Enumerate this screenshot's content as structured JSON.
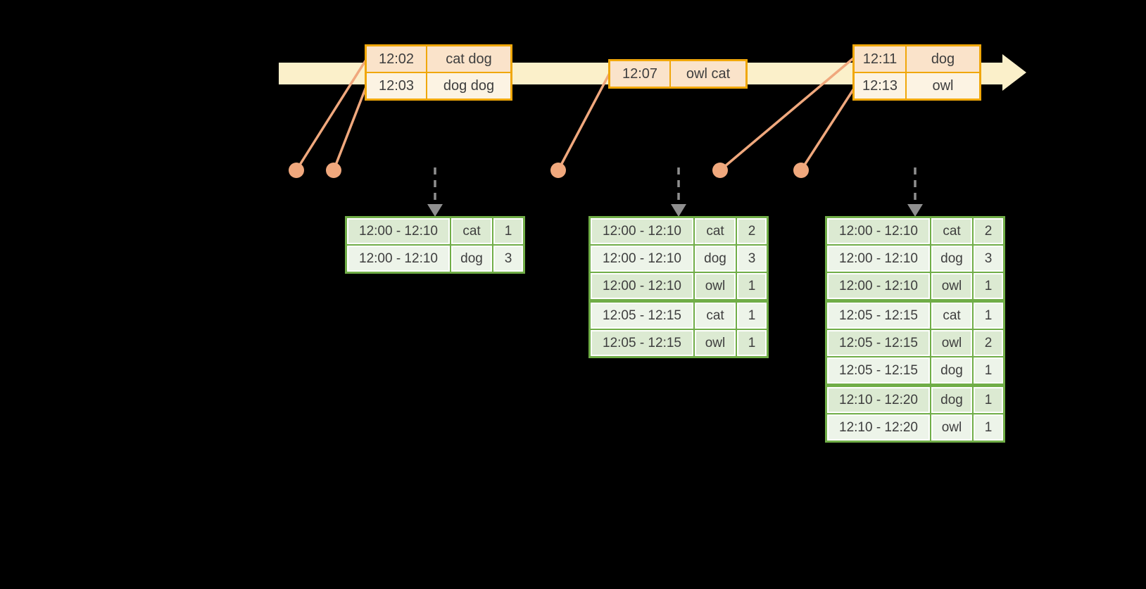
{
  "diagram": {
    "kind": "windowed-streaming-aggregation",
    "background": "#000000"
  },
  "colors": {
    "timeline_band": "#FBF0CA",
    "event_table_border": "#F0A70A",
    "event_row_dark": "#FAE3CA",
    "event_row_light": "#FCF3E3",
    "event_dot": "#F0A87D",
    "result_table_border": "#70AD47",
    "result_row_dark": "#DCEAD2",
    "result_row_light": "#EDF4E9",
    "trigger_arrow": "#8F8F8F",
    "text": "#3E3E3E"
  },
  "event_tables": [
    {
      "rows": [
        {
          "time": "12:02",
          "words": "cat dog"
        },
        {
          "time": "12:03",
          "words": "dog dog"
        }
      ]
    },
    {
      "rows": [
        {
          "time": "12:07",
          "words": "owl cat"
        }
      ]
    },
    {
      "rows": [
        {
          "time": "12:11",
          "words": "dog"
        },
        {
          "time": "12:13",
          "words": "owl"
        }
      ]
    }
  ],
  "result_tables": [
    {
      "rows": [
        {
          "window": "12:00 - 12:10",
          "word": "cat",
          "count": "1"
        },
        {
          "window": "12:00 - 12:10",
          "word": "dog",
          "count": "3"
        }
      ]
    },
    {
      "rows": [
        {
          "window": "12:00 - 12:10",
          "word": "cat",
          "count": "2"
        },
        {
          "window": "12:00 - 12:10",
          "word": "dog",
          "count": "3"
        },
        {
          "window": "12:00 - 12:10",
          "word": "owl",
          "count": "1"
        },
        {
          "window": "12:05 - 12:15",
          "word": "cat",
          "count": "1"
        },
        {
          "window": "12:05 - 12:15",
          "word": "owl",
          "count": "1"
        }
      ]
    },
    {
      "rows": [
        {
          "window": "12:00 - 12:10",
          "word": "cat",
          "count": "2"
        },
        {
          "window": "12:00 - 12:10",
          "word": "dog",
          "count": "3"
        },
        {
          "window": "12:00 - 12:10",
          "word": "owl",
          "count": "1"
        },
        {
          "window": "12:05 - 12:15",
          "word": "cat",
          "count": "1"
        },
        {
          "window": "12:05 - 12:15",
          "word": "owl",
          "count": "2"
        },
        {
          "window": "12:05 - 12:15",
          "word": "dog",
          "count": "1"
        },
        {
          "window": "12:10 - 12:20",
          "word": "dog",
          "count": "1"
        },
        {
          "window": "12:10 - 12:20",
          "word": "owl",
          "count": "1"
        }
      ]
    }
  ]
}
